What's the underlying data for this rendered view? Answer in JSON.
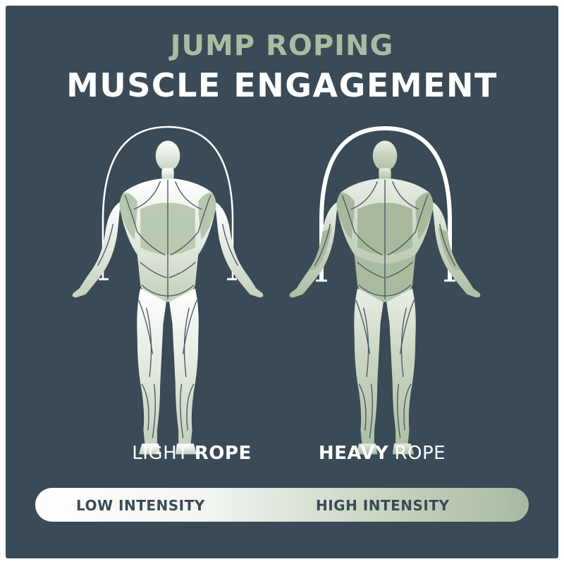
{
  "header": {
    "line1": "JUMP ROPING",
    "line2": "MUSCLE ENGAGEMENT"
  },
  "figures": [
    {
      "caption_word1": "LIGHT",
      "caption_word2": "ROPE",
      "engagement": "low"
    },
    {
      "caption_word1": "HEAVY",
      "caption_word2": "ROPE",
      "engagement": "high"
    }
  ],
  "intensity_bar": {
    "low_label": "LOW INTENSITY",
    "high_label": "HIGH INTENSITY"
  },
  "colors": {
    "background": "#3a4a56",
    "accent": "#a9bba1",
    "muscle_light": "#e3e9de",
    "muscle_dark": "#b7c7ad",
    "text": "#ffffff"
  }
}
